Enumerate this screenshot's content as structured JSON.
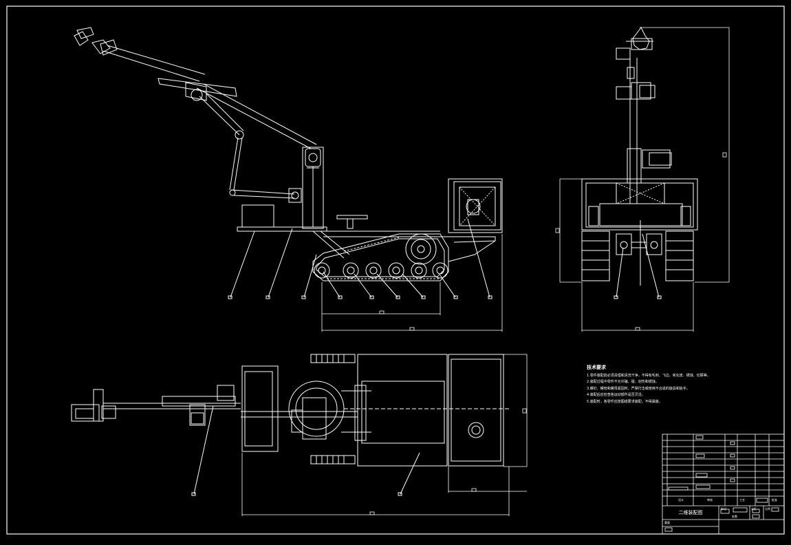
{
  "drawing": {
    "background": "#000000",
    "line_color": "#ffffff",
    "views": [
      "front-view",
      "side-view",
      "top-view"
    ]
  },
  "technical_requirements": {
    "title": "技术要求",
    "lines": [
      "1.零件装配前必须清理和清洗干净，不得有毛刺、飞边、氧化皮、锈蚀、切屑等。",
      "2.装配过程中零件不允许磕、碰、划伤和锈蚀。",
      "3.螺钉、螺栓和螺母紧固时，严禁打击或使用不合适的旋具和扳手。",
      "4.装配后应检查各运动部件是否灵活。",
      "5.装配时，各零件应按图纸要求装配，不得漏装。"
    ]
  },
  "title_block": {
    "drawing_name": "二维装配图",
    "labels": [
      "设计",
      "审核",
      "工艺",
      "批准",
      "标记",
      "处数",
      "分区",
      "比例",
      "重量"
    ]
  }
}
